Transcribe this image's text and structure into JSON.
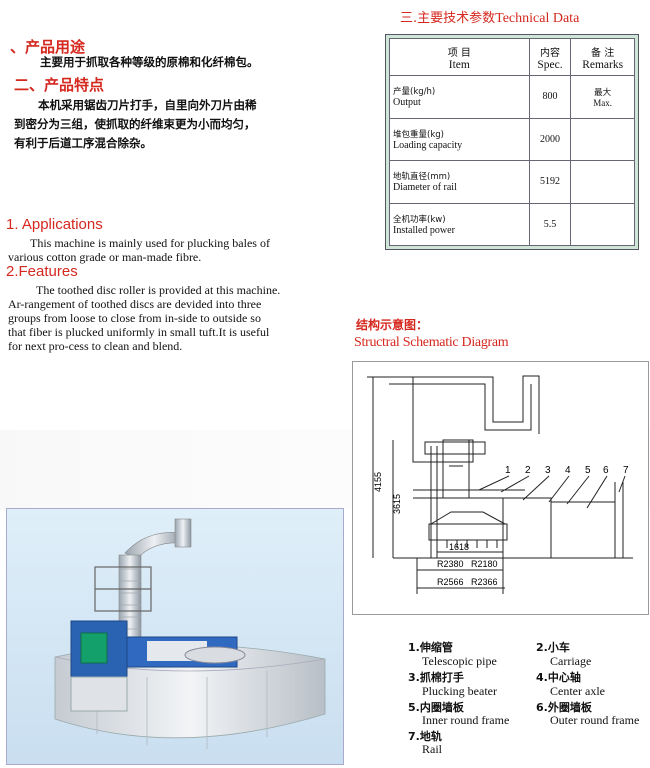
{
  "zh": {
    "usage_title": "、产品用途",
    "usage_text": "主要用于抓取各种等级的原棉和化纤棉包。",
    "features_title": "二、产品特点",
    "features_line1": "本机采用锯齿刀片打手，自里向外刀片由稀",
    "features_line2": "到密分为三组，使抓取的纤维束更为小而均匀，",
    "features_line3": "有利于后道工序混合除杂。"
  },
  "en": {
    "applications_title": "1. Applications",
    "applications_line1": "This machine is mainly used for plucking bales of",
    "applications_line2": "various cotton grade  or man-made fibre.",
    "features_title": "2.Features",
    "features_lines": [
      "The toothed disc roller is provided at this machine.",
      "Ar-rangement of toothed discs are devided into three",
      "groups from loose to close from in-side to outside so",
      "that fiber is plucked uniformly in small tuft.It is useful",
      "for next pro-cess to clean and blend."
    ]
  },
  "tech": {
    "title_zh": "三.主要技术参数",
    "title_en": "Technical Data",
    "header": {
      "item_zh": "项 目",
      "item_en": "Item",
      "spec_zh": "内容",
      "spec_en": "Spec.",
      "remarks_zh": "备 注",
      "remarks_en": "Remarks"
    },
    "rows": [
      {
        "zh": "产量(kg/h)",
        "en": "Output",
        "spec": "800",
        "remark_zh": "最大",
        "remark_en": "Max."
      },
      {
        "zh": "堆包重量(kg)",
        "en": "Loading capacity",
        "spec": "2000",
        "remark_zh": "",
        "remark_en": ""
      },
      {
        "zh": "地轨直径(mm)",
        "en": "Diameter of rail",
        "spec": "5192",
        "remark_zh": "",
        "remark_en": ""
      },
      {
        "zh": "全机功率(kw)",
        "en": "Installed power",
        "spec": "5.5",
        "remark_zh": "",
        "remark_en": ""
      }
    ]
  },
  "diagram": {
    "title_zh": "结构示意图：",
    "title_en": "Structral Schematic Diagram",
    "dims": {
      "h1": "4155",
      "h2": "3615",
      "w1": "1618",
      "r1": "R2380",
      "r2": "R2180",
      "r3": "R2566",
      "r4": "R2366"
    },
    "part_numbers": [
      "1",
      "2",
      "3",
      "4",
      "5",
      "6",
      "7"
    ]
  },
  "legend": [
    {
      "zh": "1.伸缩管",
      "en": "Telescopic pipe"
    },
    {
      "zh": "2.小车",
      "en": "Carriage"
    },
    {
      "zh": "3.抓棉打手",
      "en": "Plucking beater"
    },
    {
      "zh": "4.中心轴",
      "en": "Center axle"
    },
    {
      "zh": "5.内圈墙板",
      "en": "Inner round frame"
    },
    {
      "zh": "6.外圈墙板",
      "en": "Outer round frame"
    },
    {
      "zh": "7.地轨",
      "en": "Rail"
    }
  ],
  "colors": {
    "accent": "#d5281f",
    "table_bg": "#cfe6d6",
    "machine_blue": "#2b63b3"
  }
}
